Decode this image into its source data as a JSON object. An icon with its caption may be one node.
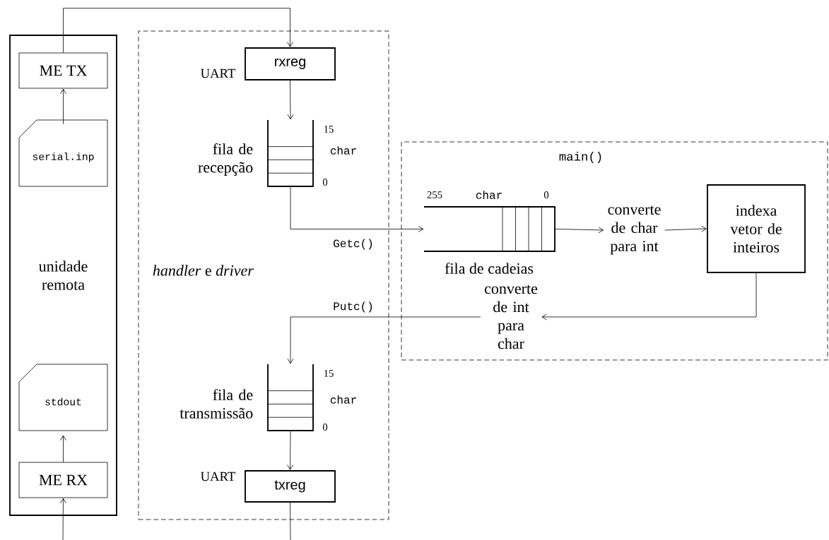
{
  "diagram": {
    "nodes": [
      {
        "text": [
          "unidade remota"
        ]
      },
      {
        "text": [
          "ME TX"
        ],
        "in": 0
      },
      {
        "text": [
          "serial.inp"
        ],
        "in": 0
      },
      {
        "text": [
          "stdout"
        ],
        "in": 0
      },
      {
        "text": [
          "ME RX"
        ],
        "in": 0
      },
      {
        "text": [
          "*handler* e *driver*"
        ]
      },
      {
        "text": [
          "rxreg"
        ],
        "in": 5,
        "beside": [
          "UART"
        ]
      },
      {
        "text": [
          "fila de recepção",
          "15",
          "char",
          "0"
        ],
        "in": 5
      },
      {
        "text": [
          "fila de transmissão",
          "15",
          "char",
          "0"
        ],
        "in": 5
      },
      {
        "text": [
          "txreg"
        ],
        "in": 5,
        "beside": [
          "UART"
        ]
      },
      {
        "text": [
          "main()"
        ]
      },
      {
        "text": [
          "fila de cadeias",
          "255",
          "char",
          "0"
        ],
        "in": 10
      },
      {
        "text": [
          "converte de char para int"
        ],
        "in": 10
      },
      {
        "text": [
          "indexa vetor de inteiros"
        ],
        "in": 10
      },
      {
        "text": [
          "converte de int para char"
        ],
        "in": 10
      }
    ],
    "edges": [
      {
        "from": 2,
        "to": 1,
        "arrow": "to"
      },
      {
        "from": 1,
        "to": 6,
        "arrow": "to"
      },
      {
        "from": null,
        "to": 4,
        "arrow": "to"
      },
      {
        "from": 4,
        "to": 3,
        "arrow": "to"
      },
      {
        "from": 6,
        "to": 7,
        "arrow": "to"
      },
      {
        "from": 7,
        "to": 11,
        "arrow": "to",
        "label": "Getc()"
      },
      {
        "from": 11,
        "to": 12,
        "arrow": "to"
      },
      {
        "from": 12,
        "to": 13,
        "arrow": "to"
      },
      {
        "from": 13,
        "to": 14,
        "arrow": "to"
      },
      {
        "from": 14,
        "to": 8,
        "arrow": "to",
        "label": "Putc()"
      },
      {
        "from": 8,
        "to": 9,
        "arrow": "to"
      },
      {
        "from": 9,
        "to": null,
        "arrow": "none"
      }
    ]
  }
}
